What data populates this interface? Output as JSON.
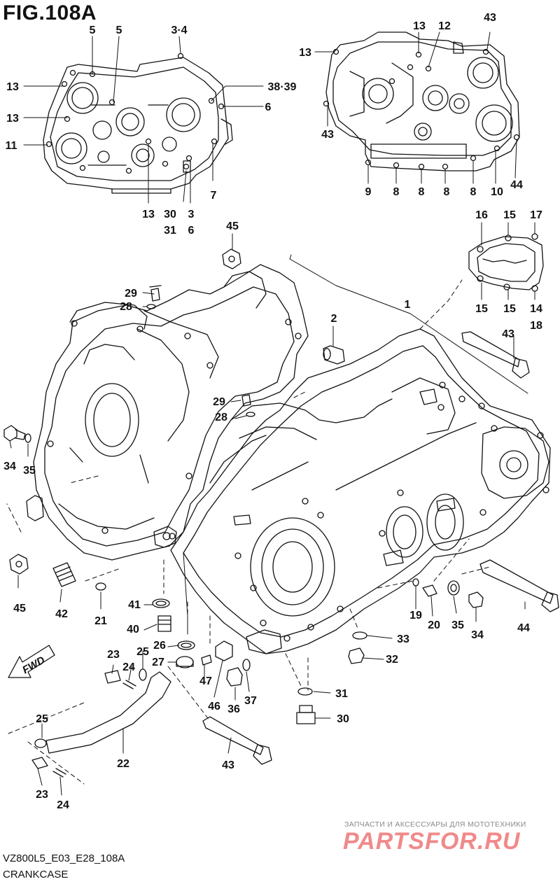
{
  "figure": {
    "title": "FIG.108A",
    "code": "VZ800L5_E03_E28_108A",
    "name": "CRANKCASE"
  },
  "watermark": {
    "tagline": "ЗАПЧАСТИ И АКСЕССУАРЫ ДЛЯ МОТОТЕХНИКИ",
    "logo": "PARTSFOR.RU"
  },
  "fwd_label": "FWD",
  "callouts": [
    {
      "id": "c-5a",
      "text": "5"
    },
    {
      "id": "c-5b",
      "text": "5"
    },
    {
      "id": "c-3-4",
      "text": "3·4"
    },
    {
      "id": "c-13-l1",
      "text": "13"
    },
    {
      "id": "c-13-l2",
      "text": "13"
    },
    {
      "id": "c-11",
      "text": "11"
    },
    {
      "id": "c-38-39",
      "text": "38·39"
    },
    {
      "id": "c-6-top",
      "text": "6"
    },
    {
      "id": "c-7",
      "text": "7"
    },
    {
      "id": "c-13-bot",
      "text": "13"
    },
    {
      "id": "c-30-top",
      "text": "30"
    },
    {
      "id": "c-31-top",
      "text": "31"
    },
    {
      "id": "c-3-bot",
      "text": "3"
    },
    {
      "id": "c-6-bot",
      "text": "6"
    },
    {
      "id": "c-13-r1",
      "text": "13"
    },
    {
      "id": "c-13-r2",
      "text": "13"
    },
    {
      "id": "c-12",
      "text": "12"
    },
    {
      "id": "c-43-top",
      "text": "43"
    },
    {
      "id": "c-43-left",
      "text": "43"
    },
    {
      "id": "c-9",
      "text": "9"
    },
    {
      "id": "c-8a",
      "text": "8"
    },
    {
      "id": "c-8b",
      "text": "8"
    },
    {
      "id": "c-8c",
      "text": "8"
    },
    {
      "id": "c-8d",
      "text": "8"
    },
    {
      "id": "c-10",
      "text": "10"
    },
    {
      "id": "c-44-top",
      "text": "44"
    },
    {
      "id": "c-16",
      "text": "16"
    },
    {
      "id": "c-15a",
      "text": "15"
    },
    {
      "id": "c-17",
      "text": "17"
    },
    {
      "id": "c-15b",
      "text": "15"
    },
    {
      "id": "c-15c",
      "text": "15"
    },
    {
      "id": "c-14",
      "text": "14"
    },
    {
      "id": "c-18",
      "text": "18"
    },
    {
      "id": "c-45-top",
      "text": "45"
    },
    {
      "id": "c-1",
      "text": "1"
    },
    {
      "id": "c-2",
      "text": "2"
    },
    {
      "id": "c-29a",
      "text": "29"
    },
    {
      "id": "c-28a",
      "text": "28"
    },
    {
      "id": "c-43-mid",
      "text": "43"
    },
    {
      "id": "c-29b",
      "text": "29"
    },
    {
      "id": "c-28b",
      "text": "28"
    },
    {
      "id": "c-34-left",
      "text": "34"
    },
    {
      "id": "c-35-left",
      "text": "35"
    },
    {
      "id": "c-45-bot",
      "text": "45"
    },
    {
      "id": "c-42",
      "text": "42"
    },
    {
      "id": "c-21",
      "text": "21"
    },
    {
      "id": "c-41",
      "text": "41"
    },
    {
      "id": "c-40",
      "text": "40"
    },
    {
      "id": "c-26",
      "text": "26"
    },
    {
      "id": "c-27",
      "text": "27"
    },
    {
      "id": "c-25a",
      "text": "25"
    },
    {
      "id": "c-23a",
      "text": "23"
    },
    {
      "id": "c-24a",
      "text": "24"
    },
    {
      "id": "c-47",
      "text": "47"
    },
    {
      "id": "c-46",
      "text": "46"
    },
    {
      "id": "c-36",
      "text": "36"
    },
    {
      "id": "c-37",
      "text": "37"
    },
    {
      "id": "c-19",
      "text": "19"
    },
    {
      "id": "c-20",
      "text": "20"
    },
    {
      "id": "c-35-right",
      "text": "35"
    },
    {
      "id": "c-34-right",
      "text": "34"
    },
    {
      "id": "c-44-bot",
      "text": "44"
    },
    {
      "id": "c-33",
      "text": "33"
    },
    {
      "id": "c-32",
      "text": "32"
    },
    {
      "id": "c-31-bot",
      "text": "31"
    },
    {
      "id": "c-30-bot",
      "text": "30"
    },
    {
      "id": "c-25b",
      "text": "25"
    },
    {
      "id": "c-22",
      "text": "22"
    },
    {
      "id": "c-43-bot",
      "text": "43"
    },
    {
      "id": "c-23b",
      "text": "23"
    },
    {
      "id": "c-24b",
      "text": "24"
    }
  ]
}
